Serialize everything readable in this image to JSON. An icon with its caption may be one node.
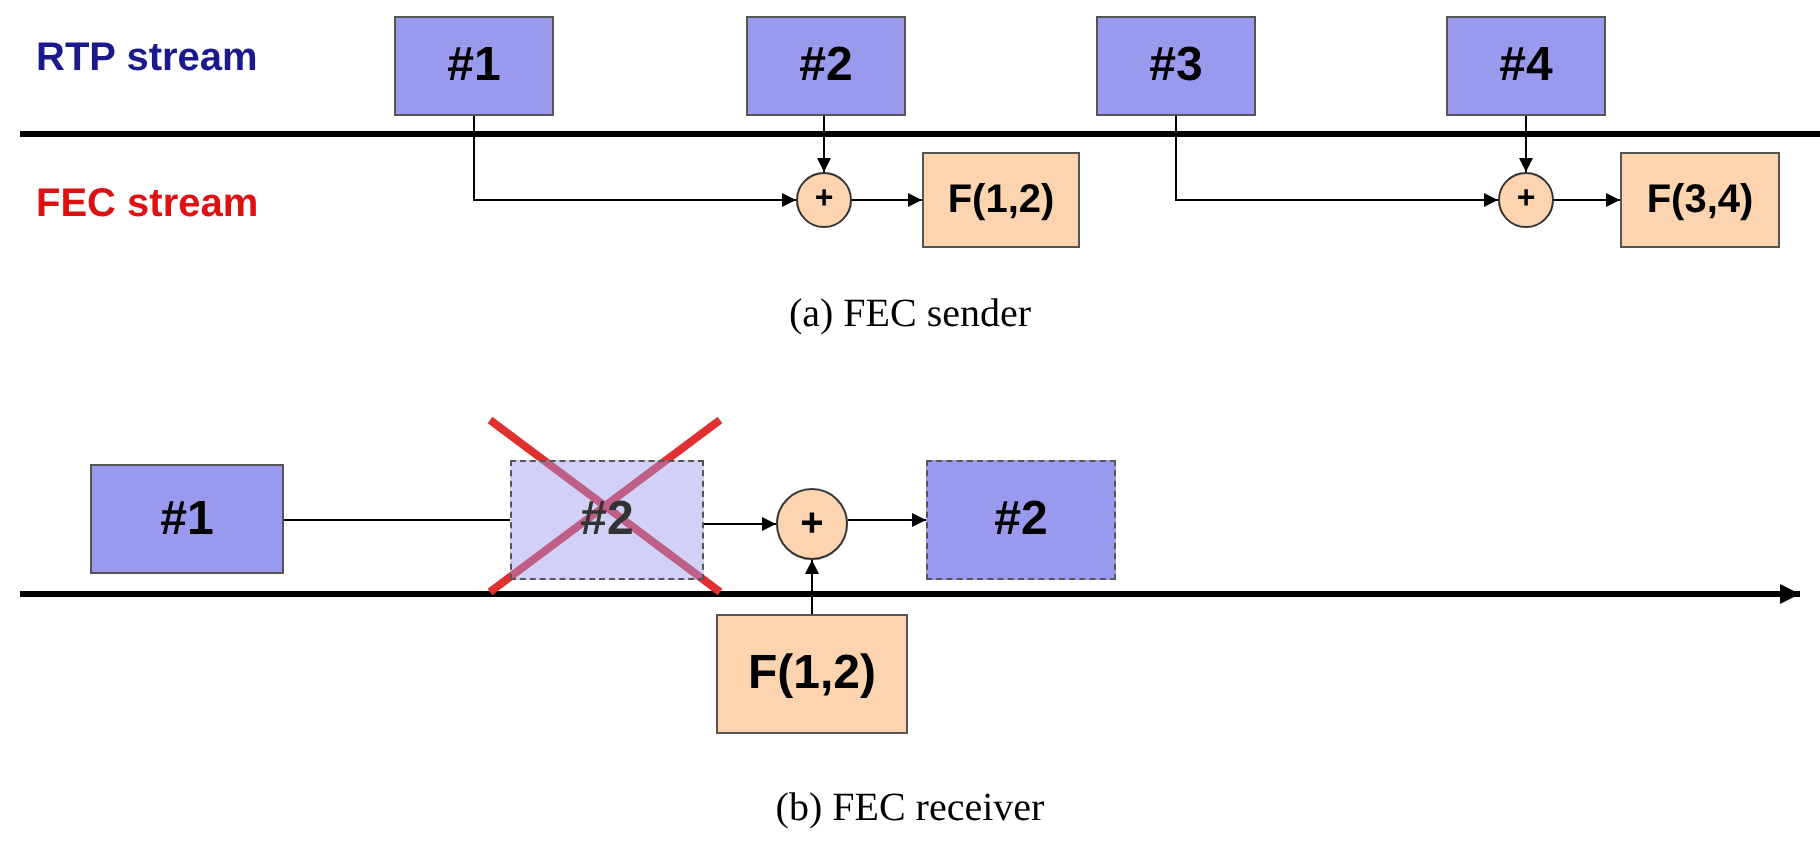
{
  "diagram": {
    "nodes": [
      {
        "text": [
          "#1"
        ]
      },
      {
        "text": [
          "#2"
        ]
      },
      {
        "text": [
          "#3"
        ]
      },
      {
        "text": [
          "#4"
        ]
      },
      {
        "text": [
          "+"
        ]
      },
      {
        "text": [
          "F(1,2)"
        ]
      },
      {
        "text": [
          "+"
        ]
      },
      {
        "text": [
          "F(3,4)"
        ]
      },
      {
        "text": [
          "#1"
        ]
      },
      {
        "text": [
          "#2"
        ]
      },
      {
        "text": [
          "+"
        ]
      },
      {
        "text": [
          "#2"
        ]
      },
      {
        "text": [
          "F(1,2)"
        ]
      }
    ],
    "edges": [
      {
        "from": 0,
        "to": 4,
        "arrow": "to"
      },
      {
        "from": 1,
        "to": 4,
        "arrow": "to"
      },
      {
        "from": 4,
        "to": 5,
        "arrow": "to"
      },
      {
        "from": 2,
        "to": 6,
        "arrow": "to"
      },
      {
        "from": 3,
        "to": 6,
        "arrow": "to"
      },
      {
        "from": 6,
        "to": 7,
        "arrow": "to"
      },
      {
        "from": 8,
        "to": 9,
        "arrow": "none"
      },
      {
        "from": 9,
        "to": 10,
        "arrow": "to"
      },
      {
        "from": 10,
        "to": 11,
        "arrow": "to"
      },
      {
        "from": 12,
        "to": 10,
        "arrow": "to"
      }
    ],
    "labels": [
      "RTP stream",
      "FEC stream",
      "(a) FEC sender",
      "(b) FEC receiver"
    ]
  }
}
